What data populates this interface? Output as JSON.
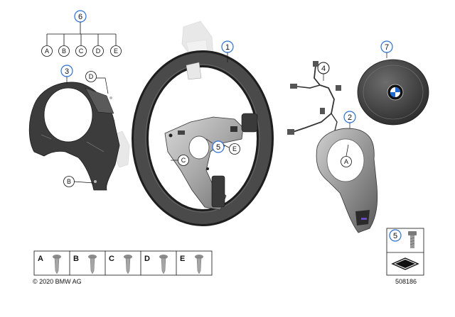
{
  "diagram": {
    "copyright": "© 2020 BMW AG",
    "part_number": "508186",
    "callouts": {
      "n1": "1",
      "n2": "2",
      "n3": "3",
      "n4": "4",
      "n5": "5",
      "n5b": "5",
      "n6": "6",
      "n7": "7"
    },
    "letters": {
      "A": "A",
      "B": "B",
      "C": "C",
      "D": "D",
      "E": "E"
    },
    "table_letters": [
      "A",
      "B",
      "C",
      "D",
      "E"
    ]
  }
}
